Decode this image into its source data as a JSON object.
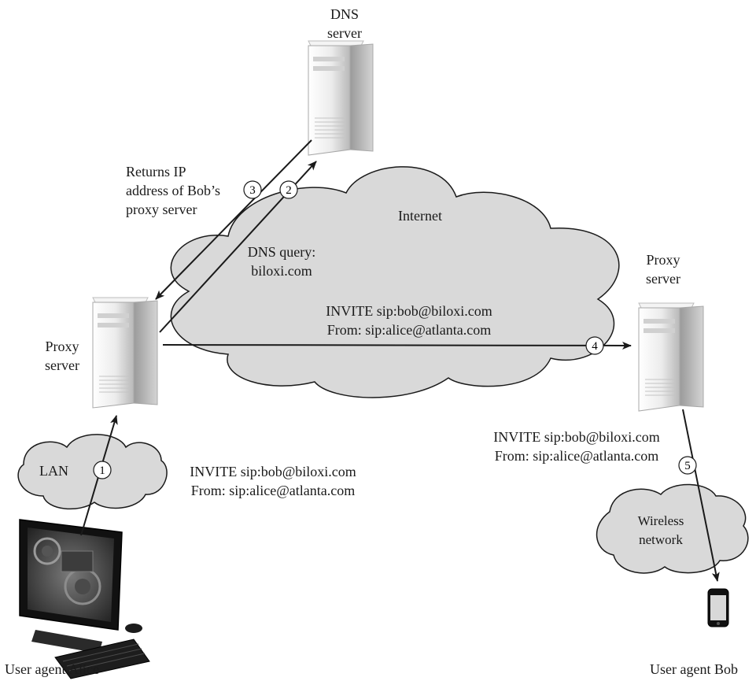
{
  "nodes": {
    "dns_server": {
      "line1": "DNS",
      "line2": "server"
    },
    "alice_proxy": {
      "line1": "Proxy",
      "line2": "server"
    },
    "bob_proxy": {
      "line1": "Proxy",
      "line2": "server"
    },
    "alice": {
      "label": "User agent Alice"
    },
    "bob": {
      "label": "User agent Bob"
    }
  },
  "clouds": {
    "internet": "Internet",
    "lan": "LAN",
    "wireless": {
      "line1": "Wireless",
      "line2": "network"
    }
  },
  "messages": {
    "dns_reply": {
      "line1": "Returns IP",
      "line2": "address of Bob’s",
      "line3": "proxy server"
    },
    "dns_query": {
      "line1": "DNS query:",
      "line2": "biloxi.com"
    },
    "invite_internet": {
      "line1": "INVITE sip:bob@biloxi.com",
      "line2": "From: sip:alice@atlanta.com"
    },
    "invite_lan": {
      "line1": "INVITE sip:bob@biloxi.com",
      "line2": "From: sip:alice@atlanta.com"
    },
    "invite_wireless": {
      "line1": "INVITE sip:bob@biloxi.com",
      "line2": "From: sip:alice@atlanta.com"
    }
  },
  "steps": [
    "1",
    "2",
    "3",
    "4",
    "5"
  ],
  "colors": {
    "cloud_fill": "#d9d9d9",
    "stroke": "#1a1a1a",
    "server_body": "#e9e9e9"
  }
}
